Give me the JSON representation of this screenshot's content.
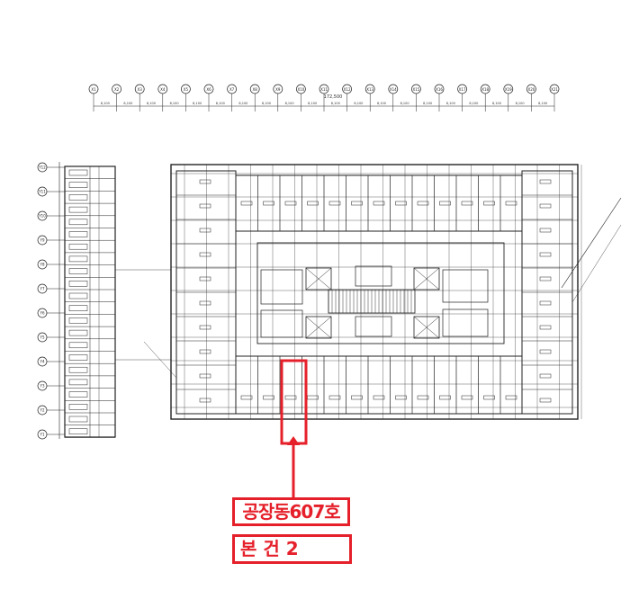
{
  "drawing": {
    "grid_top": [
      "X1",
      "X2",
      "X3",
      "X4",
      "X5",
      "X6",
      "X7",
      "X8",
      "X9",
      "X10",
      "X11",
      "X12",
      "X13",
      "X14",
      "X15",
      "X16",
      "X17",
      "X18",
      "X19",
      "X20",
      "X21"
    ],
    "grid_left": [
      "Y12",
      "Y11",
      "Y10",
      "Y9",
      "Y8",
      "Y7",
      "Y6",
      "Y5",
      "Y4",
      "Y3",
      "Y2",
      "Y1"
    ],
    "top_dimension": "172,500",
    "line_color": "#222222",
    "highlight_color": "#e5202a"
  },
  "labels": {
    "unit": "공장동607호",
    "note": "본 건  2"
  }
}
